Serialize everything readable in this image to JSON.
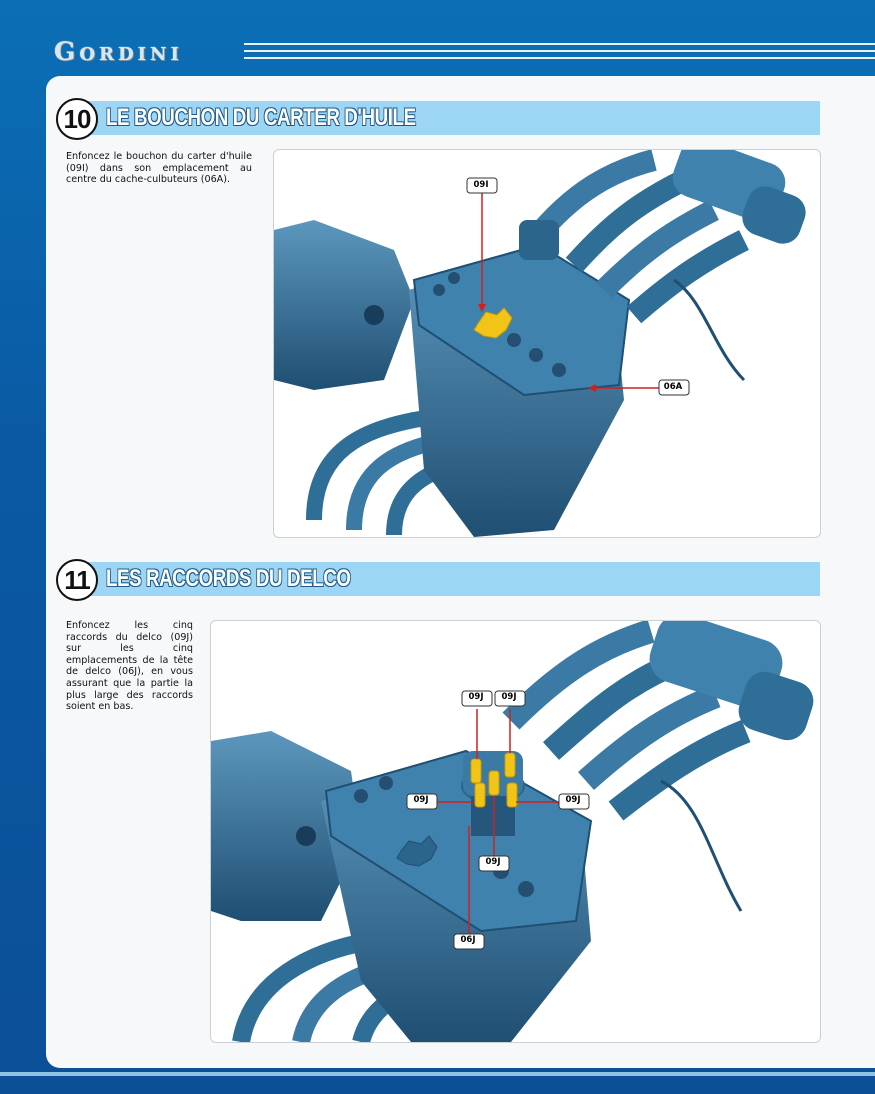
{
  "header": {
    "brand": "Gordini"
  },
  "sections": [
    {
      "number": "10",
      "title": "LE BOUCHON DU CARTER D'HUILE",
      "text": "Enfoncez le bouchon du carter d'huile (09I) dans son emplacement au centre du cache-culbuteurs (06A).",
      "callouts": [
        "09I",
        "06A"
      ]
    },
    {
      "number": "11",
      "title": "LES RACCORDS DU DELCO",
      "text": "Enfoncez les cinq raccords du delco (09J) sur les cinq emplacements de la tête de delco (06J), en vous assurant que la partie la plus large des raccords soient en bas.",
      "callouts": [
        "09J",
        "09J",
        "09J",
        "09J",
        "09J",
        "06J"
      ]
    }
  ],
  "colors": {
    "engine": "#2e6e97",
    "engine_dark": "#1f4f72",
    "engine_light": "#5d97bd",
    "highlight_part": "#f2c418",
    "callout_line": "#d0201f",
    "section_bar": "#9dd5f5"
  }
}
